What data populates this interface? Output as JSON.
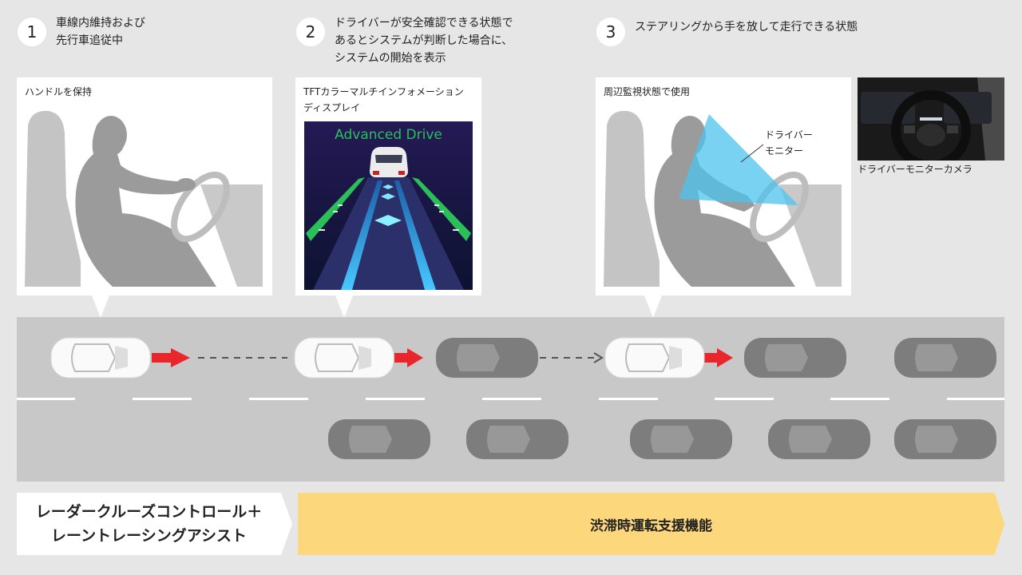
{
  "steps": [
    {
      "number": "1",
      "text": "車線内維持および\n先行車追従中"
    },
    {
      "number": "2",
      "text": "ドライバーが安全確認できる状態で\nあるとシステムが判断した場合に、\nシステムの開始を表示"
    },
    {
      "number": "3",
      "text": "ステアリングから手を放して走行できる状態"
    }
  ],
  "panels": {
    "p1_label": "ハンドルを保持",
    "p2_label": "TFTカラーマルチインフォメーション\nディスプレイ",
    "p2_screen_title": "Advanced Drive",
    "p3_label": "周辺監視状態で使用",
    "p3_monitor_label": "ドライバー\nモニター",
    "camera_caption": "ドライバーモニターカメラ"
  },
  "bottom": {
    "left_label": "レーダークルーズコントロール＋\nレーントレーシングアシスト",
    "right_label": "渋滞時運転支援機能"
  },
  "colors": {
    "arrow_red": "#e8262b",
    "highlight_yellow": "#fdd77b",
    "monitor_blue": "#4ec3ee",
    "screen_green": "#2bbf5a",
    "screen_blue": "#3fb7f2"
  }
}
